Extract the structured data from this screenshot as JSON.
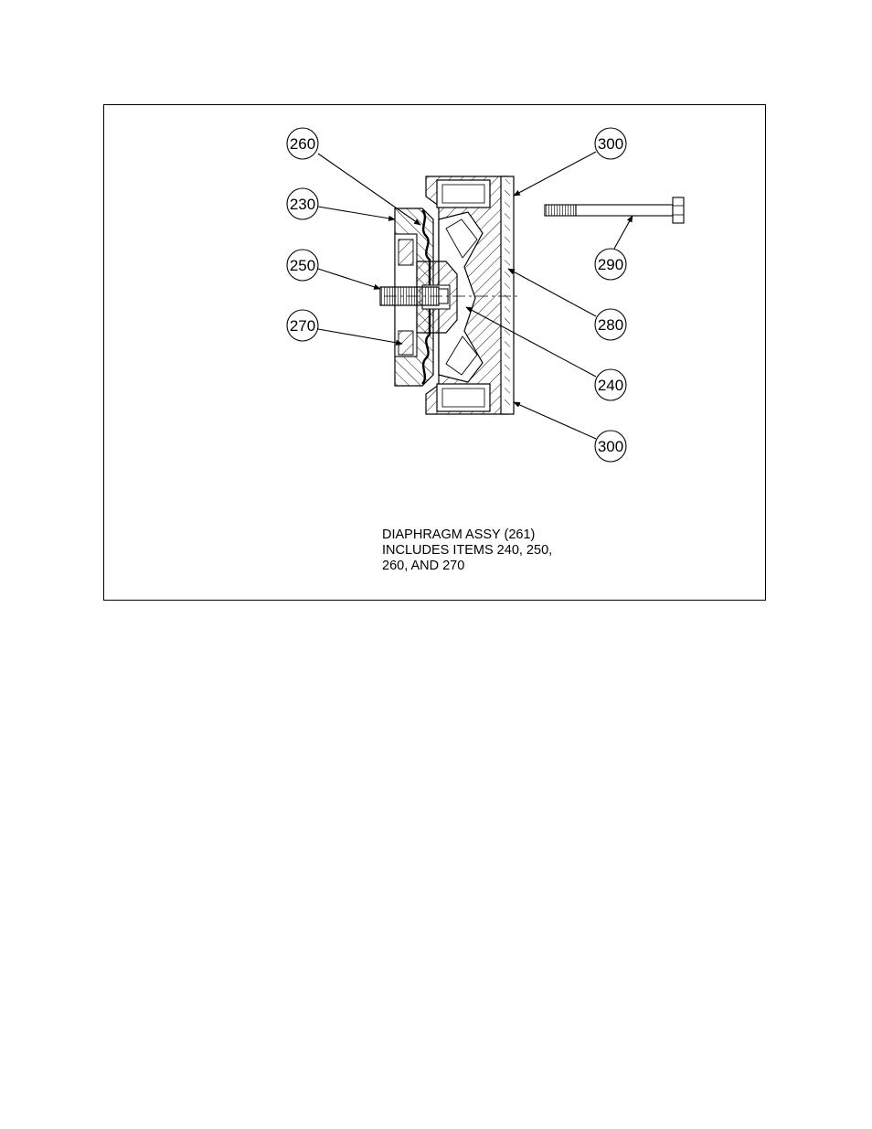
{
  "balloons": [
    {
      "id": "b260",
      "label": "260"
    },
    {
      "id": "b230",
      "label": "230"
    },
    {
      "id": "b250",
      "label": "250"
    },
    {
      "id": "b270",
      "label": "270"
    },
    {
      "id": "b300a",
      "label": "300"
    },
    {
      "id": "b290",
      "label": "290"
    },
    {
      "id": "b280",
      "label": "280"
    },
    {
      "id": "b240",
      "label": "240"
    },
    {
      "id": "b300b",
      "label": "300"
    }
  ],
  "caption": {
    "line1": "DIAPHRAGM ASSY (261)",
    "line2": "INCLUDES ITEMS 240, 250,",
    "line3": "260, AND 270"
  }
}
